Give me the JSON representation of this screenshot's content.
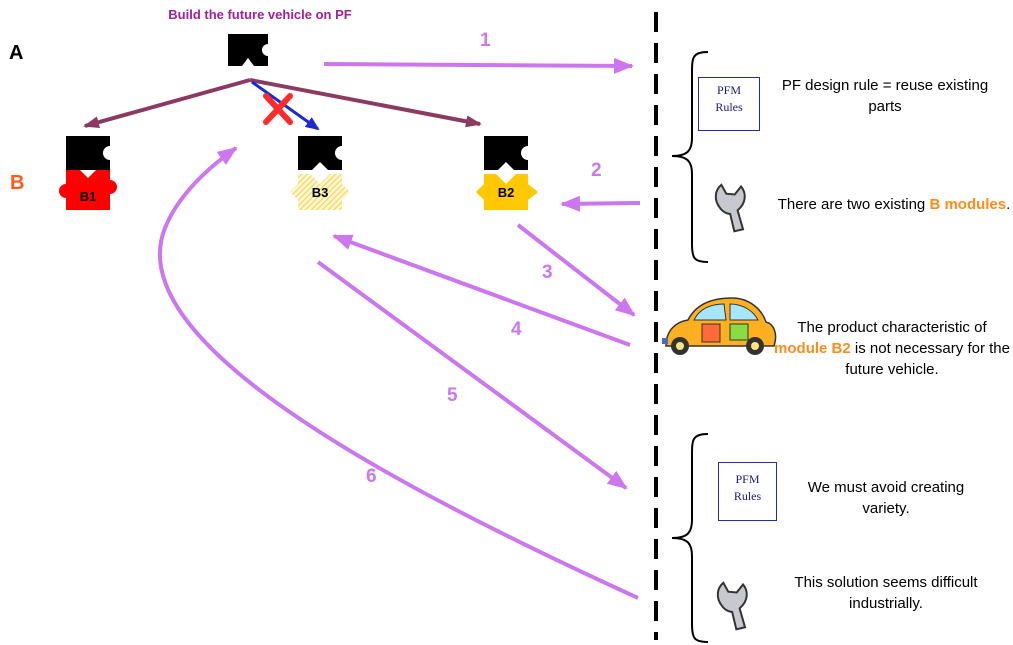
{
  "title": "Build the future vehicle on PF",
  "levels": {
    "a": "A",
    "b": "B"
  },
  "modules": {
    "b1": "B1",
    "b2": "B2",
    "b3": "B3"
  },
  "steps": [
    "1",
    "2",
    "3",
    "4",
    "5",
    "6"
  ],
  "rules_box": {
    "line1": "PFM",
    "line2": "Rules"
  },
  "notes": {
    "rule1": "PF design rule = reuse existing parts",
    "existing_pre": "There are two existing ",
    "existing_hl": "B modules",
    "existing_post": ".",
    "char_pre": "The product characteristic of ",
    "char_hl": "module B2",
    "char_post": " is not necessary for the future vehicle.",
    "variety": "We must avoid creating variety.",
    "difficult": "This solution seems difficult industrially."
  },
  "colors": {
    "title": "#a020a0",
    "level_b": "#ff5a1a",
    "arrow": "#cc77ee",
    "tree_edge": "#8b3a62",
    "module_b1": "#ff0000",
    "module_b2": "#ffc800",
    "module_b3": "#ffe680",
    "highlight": "#ff8c1a",
    "cross": "#ff2a2a",
    "blue_arrow": "#1a2ad0"
  },
  "icons": [
    "wrench-icon",
    "car-icon",
    "puzzle-piece-icon"
  ]
}
